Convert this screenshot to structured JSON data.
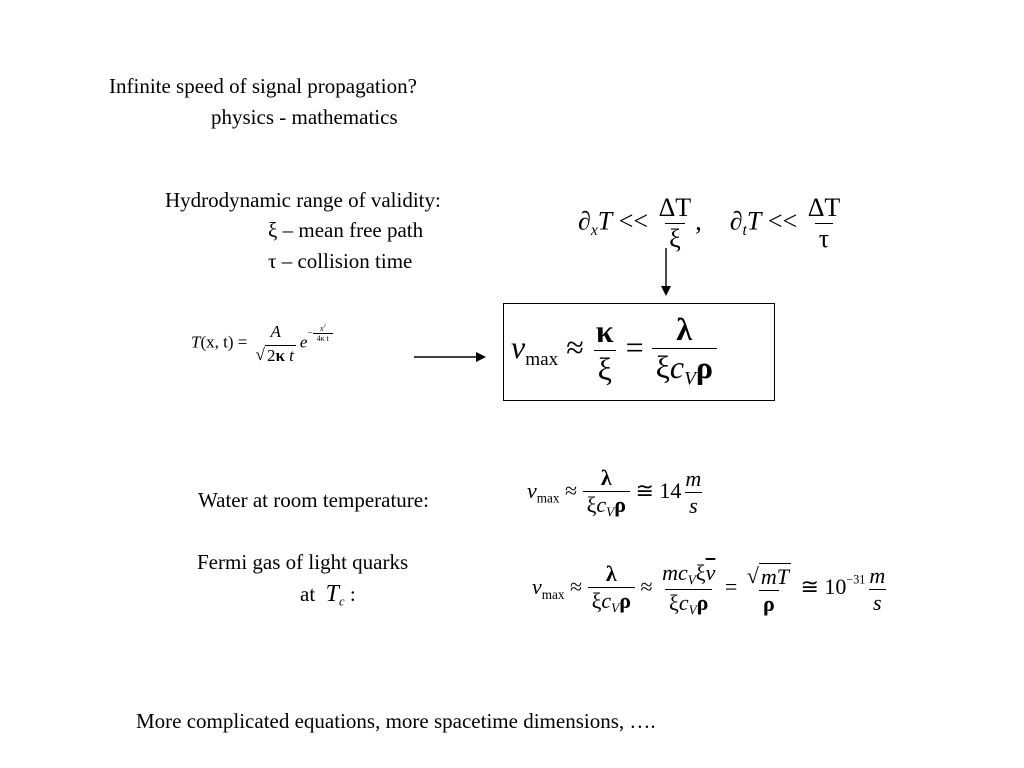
{
  "title_line1": "Infinite speed of signal propagation?",
  "title_line2": "physics - mathematics",
  "validity_heading": "Hydrodynamic range of validity:",
  "validity_xi_symbol": "ξ",
  "validity_xi_desc": " – mean free path",
  "validity_tau_symbol": "τ",
  "validity_tau_desc": " – collision time",
  "cond": {
    "lhs1": "∂",
    "lhs1_sub": "x",
    "T": "T",
    "ll": " << ",
    "num": "ΔT",
    "den1": "ξ",
    "comma": ",",
    "lhs2_sub": "t",
    "den2": "τ"
  },
  "heat": {
    "lhs": "T",
    "args": "(x, t)",
    "eq": " = ",
    "num": "A",
    "den_const": "2",
    "den_kappa": "κ",
    "den_t": "t",
    "e": "e",
    "exp_minus": "−",
    "exp_num": "x",
    "exp_num_pow": "2",
    "exp_den": "4κ t"
  },
  "vmax_box": {
    "v": "v",
    "sub": "max",
    "approx": " ≈ ",
    "num1": "κ",
    "den1": "ξ",
    "eq": " = ",
    "num2": "λ",
    "den2_xi": "ξ",
    "den2_c": "c",
    "den2_cV": "V",
    "den2_rho": "ρ"
  },
  "water_label": "Water at room temperature:",
  "water_eq": {
    "v": "v",
    "sub": "max",
    "approx": " ≈ ",
    "num": "λ",
    "den_xi": "ξ",
    "den_c": "c",
    "den_V": "V",
    "den_rho": "ρ",
    "cong": " ≅ ",
    "value": "14",
    "unit_num": "m",
    "unit_den": "s"
  },
  "fermi_label": "Fermi gas of light quarks",
  "fermi_at": "at",
  "fermi_T": "T",
  "fermi_Tsub": "c",
  "fermi_colon": ":",
  "fermi_eq": {
    "v": "v",
    "sub": "max",
    "approx": " ≈ ",
    "num1": "λ",
    "den1_xi": "ξ",
    "den1_c": "c",
    "den1_V": "V",
    "den1_rho": "ρ",
    "approx2": " ≈ ",
    "num2_m": "m",
    "num2_c": "c",
    "num2_V": "V",
    "num2_xi": "ξ",
    "num2_v": "v",
    "den2_xi": "ξ",
    "den2_c": "c",
    "den2_V": "V",
    "den2_rho": "ρ",
    "eq": " = ",
    "num3": "mT",
    "den3": "ρ",
    "cong": " ≅ ",
    "value": "10",
    "exp": "−31",
    "unit_num": "m",
    "unit_den": "s"
  },
  "footer": "More complicated equations, more spacetime dimensions, …."
}
